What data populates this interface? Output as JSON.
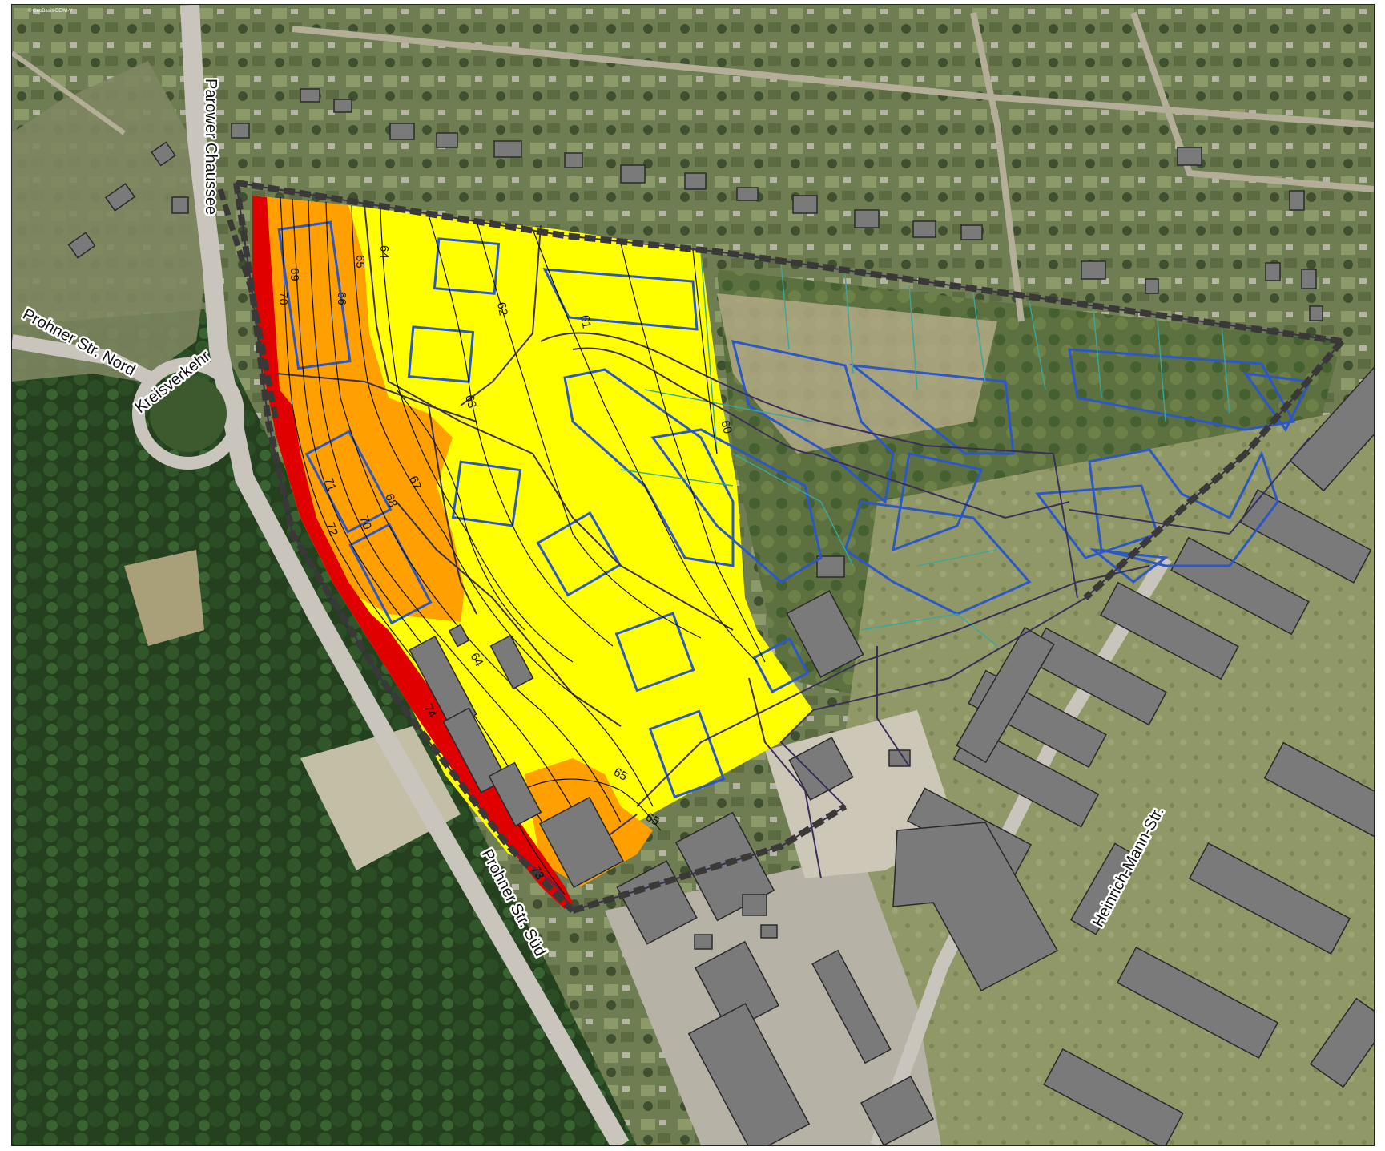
{
  "credit": "© GeoBasis-DE/M-V",
  "streets": {
    "parower_chaussee": "Parower Chaussee",
    "prohner_nord": "Prohner Str. Nord",
    "kreisverkehr": "Kreisverkehr",
    "prohner_sued": "Prohner Str. Süd",
    "heinrich_mann": "Heinrich-Mann-Str."
  },
  "isolines": [
    {
      "id": "69",
      "label": "69"
    },
    {
      "id": "70a",
      "label": "70"
    },
    {
      "id": "66",
      "label": "66"
    },
    {
      "id": "65a",
      "label": "65"
    },
    {
      "id": "64a",
      "label": "64"
    },
    {
      "id": "62",
      "label": "62"
    },
    {
      "id": "61",
      "label": "61"
    },
    {
      "id": "63",
      "label": "63"
    },
    {
      "id": "60",
      "label": "60"
    },
    {
      "id": "67",
      "label": "67"
    },
    {
      "id": "68",
      "label": "68"
    },
    {
      "id": "71",
      "label": "71"
    },
    {
      "id": "72",
      "label": "72"
    },
    {
      "id": "70b",
      "label": "70"
    },
    {
      "id": "64b",
      "label": "64"
    },
    {
      "id": "74",
      "label": "74"
    },
    {
      "id": "65b",
      "label": "65"
    },
    {
      "id": "65c",
      "label": "65"
    },
    {
      "id": "73",
      "label": "73"
    }
  ],
  "colors": {
    "level_low": "#ffff00",
    "level_mid": "#ff9f00",
    "level_high": "#e00000",
    "boundary": "#3b2f5a",
    "building_outline": "#2c57c8",
    "building": "#7a7a7a"
  }
}
